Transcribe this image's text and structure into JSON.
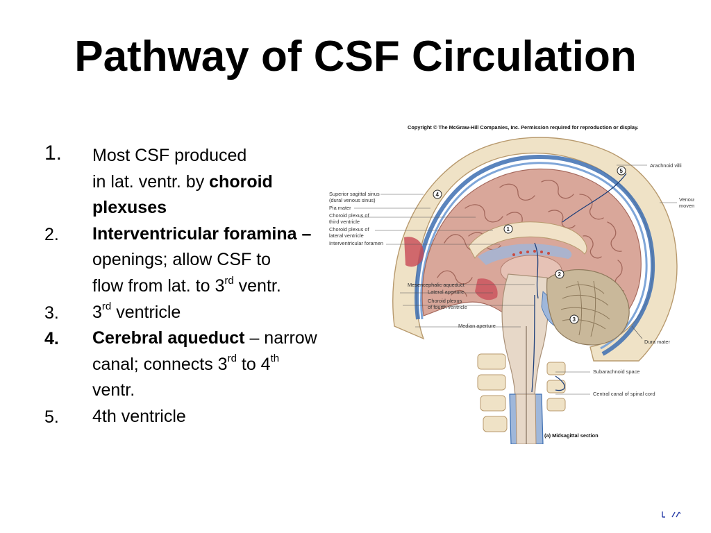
{
  "slide": {
    "title": "Pathway of CSF Circulation"
  },
  "list": [
    {
      "num": "1.",
      "lines": [
        "Most CSF produced",
        "in lat. ventr. by ",
        "choroid",
        "plexuses"
      ]
    },
    {
      "num": "2.",
      "head": "Interventricular foramina",
      "dash": " –",
      "l2": "openings; allow CSF to",
      "l3a": "flow from lat. to 3",
      "l3sup": "rd",
      "l3b": " ventr."
    },
    {
      "num": "3.",
      "a": "3",
      "sup": "rd",
      "b": " ventricle"
    },
    {
      "num": "4.",
      "head": "Cerebral aqueduct",
      "rest": " – narrow",
      "l2a": "canal; connects 3",
      "l2sup1": "rd",
      "l2b": " to 4",
      "l2sup2": "th",
      "l3": "ventr."
    },
    {
      "num": "5.",
      "text": "4th ventricle"
    }
  ],
  "figure": {
    "copyright": "Copyright © The McGraw-Hill Companies, Inc. Permission required for reproduction or display.",
    "caption": "(a) Midsagittal section",
    "labels": {
      "arachnoid_villi": "Arachnoid villi",
      "superior_sagittal_sinus": "Superior sagittal sinus",
      "dural_venous_sinus": "(dural venous sinus)",
      "pia_mater": "Pia mater",
      "choroid_third_1": "Choroid plexus of",
      "choroid_third_2": "third ventricle",
      "choroid_lateral_1": "Choroid plexus of",
      "choroid_lateral_2": "lateral ventricle",
      "interventricular_foramen": "Interventricular foramen",
      "venous_fluid_1": "Venous fluid",
      "venous_fluid_2": "movement",
      "mesencephalic_aqueduct": "Mesencephalic aqueduct",
      "lateral_aperture": "Lateral aperture",
      "choroid_fourth_1": "Choroid plexus",
      "choroid_fourth_2": "of fourth ventricle",
      "median_aperture": "Median aperture",
      "dura_mater": "Dura mater",
      "subarachnoid_space": "Subarachnoid space",
      "central_canal": "Central canal of spinal cord"
    },
    "markers": [
      "1",
      "2",
      "3",
      "4",
      "5"
    ]
  },
  "colors": {
    "brain": "#d9a79a",
    "brain_dark": "#b97a6e",
    "cerebellum": "#c9b89a",
    "csf_blue": "#3d6fb2",
    "skull": "#efe2c6",
    "cord": "#e7d8c8"
  }
}
